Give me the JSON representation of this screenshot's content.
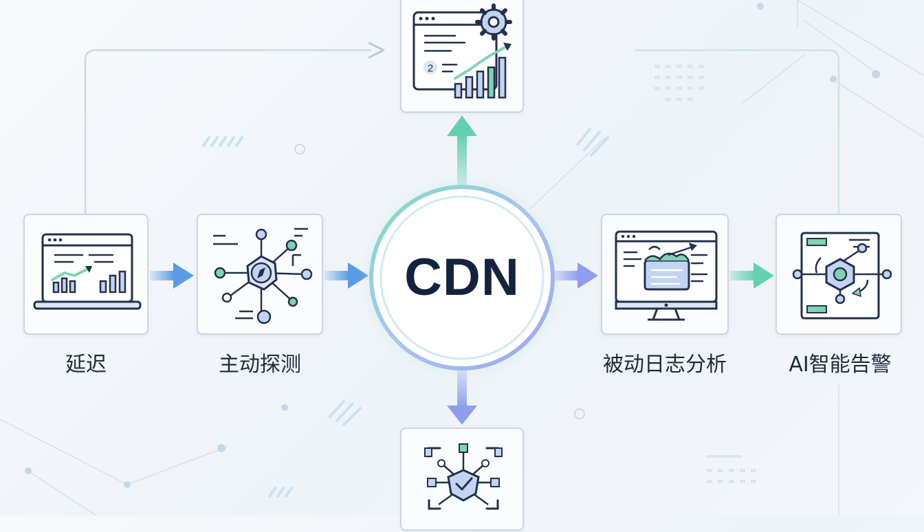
{
  "center": {
    "label": "CDN"
  },
  "nodes": {
    "latency": {
      "label": "延迟",
      "icon": "laptop-chart-icon"
    },
    "active_probe": {
      "label": "主动探测",
      "icon": "network-compass-icon"
    },
    "passive_log": {
      "label": "被动日志分析",
      "icon": "monitor-log-icon"
    },
    "ai_alert": {
      "label": "AI智能告警",
      "icon": "hexagon-network-icon"
    },
    "top_dashboard": {
      "icon": "dashboard-gear-chart-icon",
      "badge": "2"
    },
    "bottom_security": {
      "icon": "shield-network-icon"
    }
  },
  "colors": {
    "blue_arrow": "#5b9be6",
    "green_arrow": "#63d0b0",
    "purple_arrow": "#8f9cf0",
    "icon_fill": "#c3d3f4",
    "accent_green": "#7fd3b3",
    "text": "#1e293b",
    "center_text": "#13233f"
  }
}
